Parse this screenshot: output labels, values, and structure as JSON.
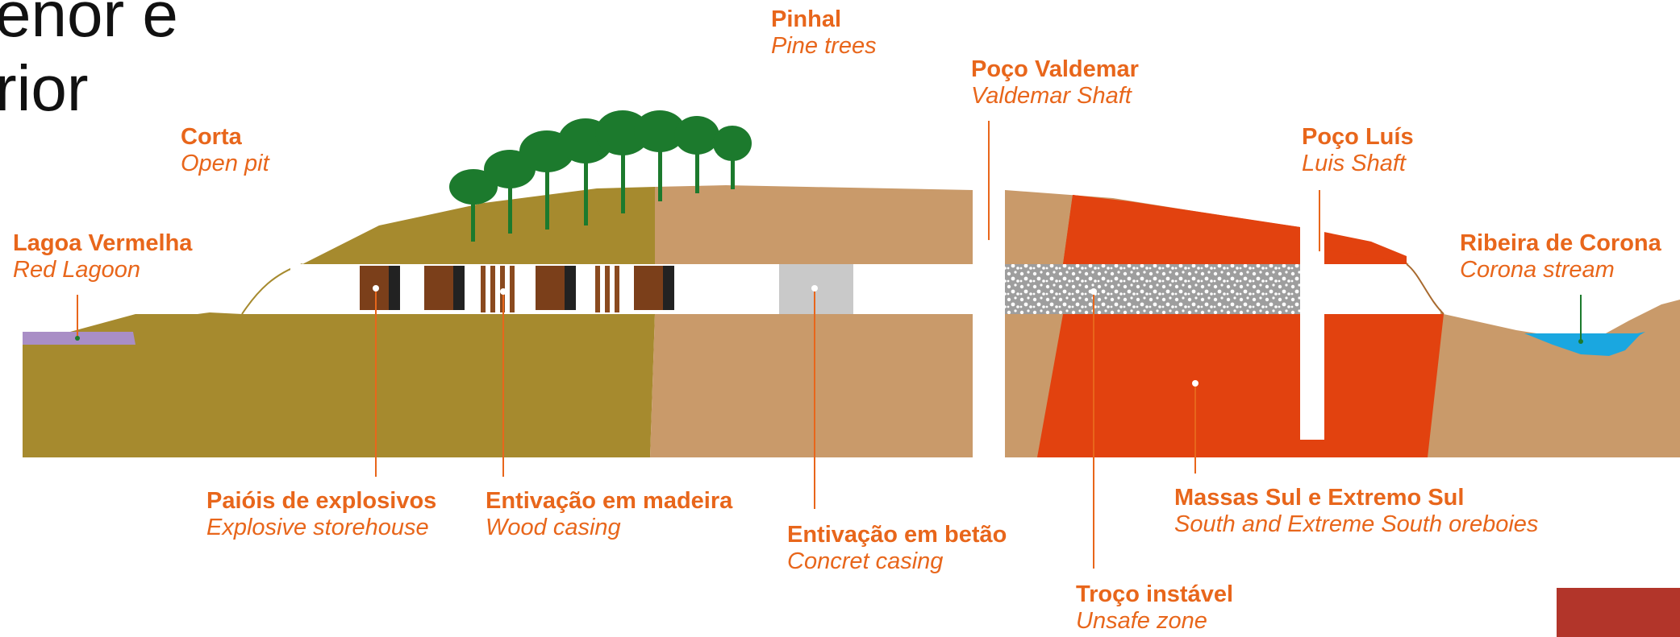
{
  "title_fragment": {
    "line1": "enor e",
    "line2": "rior"
  },
  "labels": [
    {
      "id": "lagoa-vermelha",
      "pt": "Lagoa Vermelha",
      "en": "Red Lagoon"
    },
    {
      "id": "corta",
      "pt": "Corta",
      "en": "Open pit"
    },
    {
      "id": "pinhal",
      "pt": "Pinhal",
      "en": "Pine trees"
    },
    {
      "id": "poco-valdemar",
      "pt": "Poço Valdemar",
      "en": "Valdemar Shaft"
    },
    {
      "id": "poco-luis",
      "pt": "Poço Luís",
      "en": "Luis Shaft"
    },
    {
      "id": "ribeira-corona",
      "pt": "Ribeira de Corona",
      "en": "Corona stream"
    },
    {
      "id": "paiois",
      "pt": "Paióis de explosivos",
      "en": "Explosive storehouse"
    },
    {
      "id": "entivacao-madeira",
      "pt": "Entivação em madeira",
      "en": "Wood casing"
    },
    {
      "id": "entivacao-betao",
      "pt": "Entivação em betão",
      "en": "Concret casing"
    },
    {
      "id": "massas-sul",
      "pt": "Massas Sul e Extremo Sul",
      "en": "South and Extreme South oreboies"
    },
    {
      "id": "troco-instavel",
      "pt": "Troço instável",
      "en": "Unsafe zone"
    }
  ],
  "colors": {
    "label_orange": "#e8661b",
    "olive_ground": "#a68a2e",
    "tan_ground": "#c99a6a",
    "ore_red": "#e2420f",
    "water_blue": "#1aa7e0",
    "lagoon_purple": "#a98ec6",
    "tree_green": "#1c7a2d",
    "concrete_grey": "#c9c9c9",
    "corner_red": "#b2352a"
  }
}
